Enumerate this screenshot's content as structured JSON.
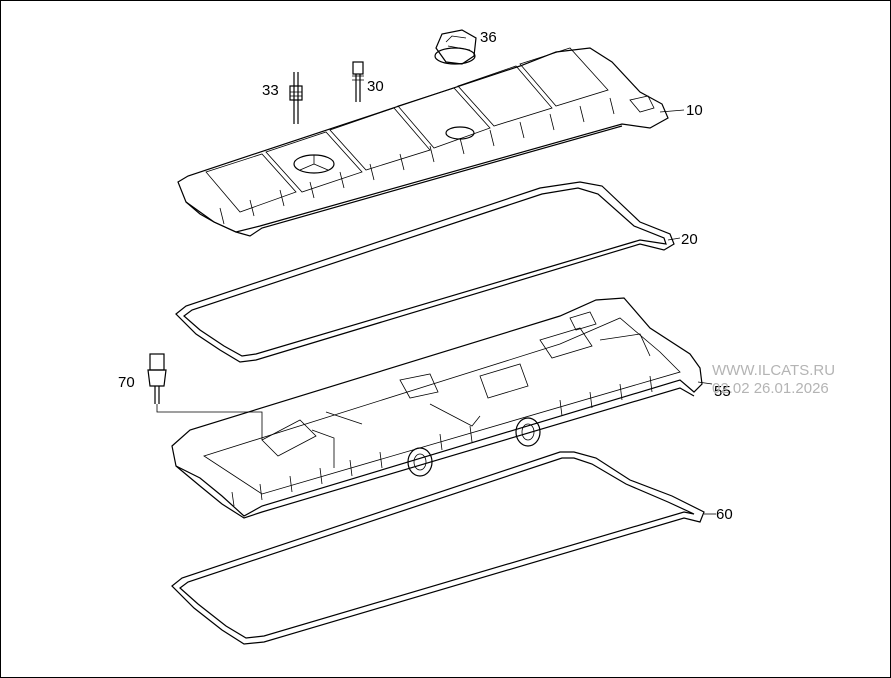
{
  "diagram": {
    "callouts": {
      "c10": "10",
      "c20": "20",
      "c30": "30",
      "c33": "33",
      "c36": "36",
      "c55": "55",
      "c60": "60",
      "c70": "70"
    },
    "watermark": {
      "line1": "WWW.ILCATS.RU",
      "line2": "02.02 26.01.2026"
    },
    "colors": {
      "line": "#000000",
      "background": "#ffffff",
      "watermark": "#b4b4b4"
    }
  }
}
